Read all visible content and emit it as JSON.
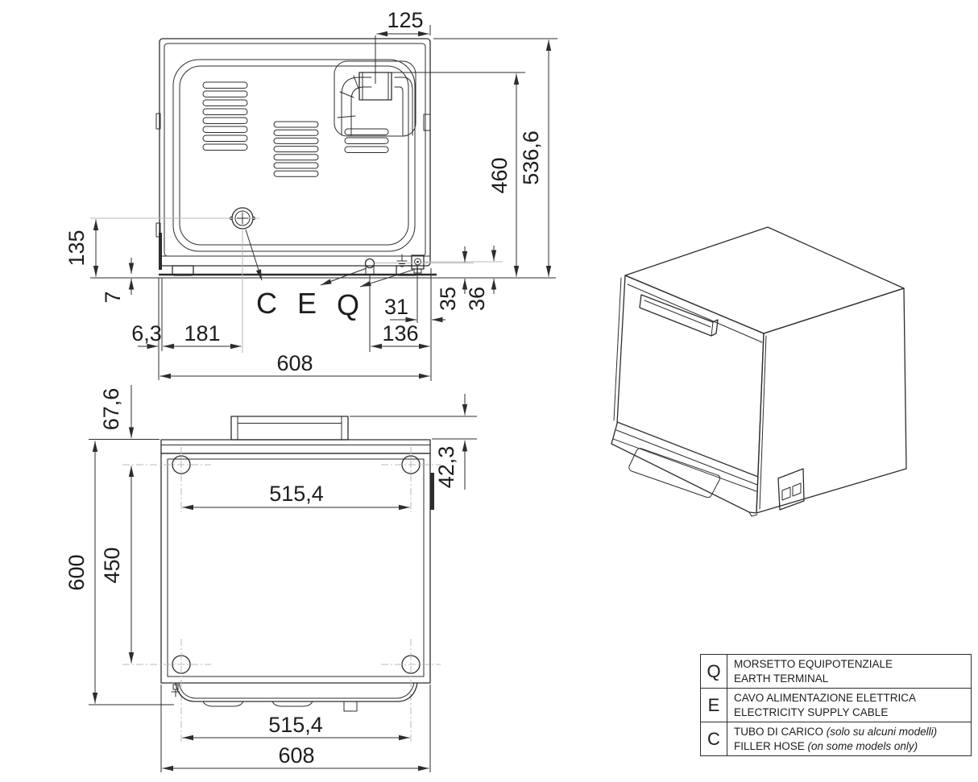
{
  "colors": {
    "line": "#2d2d2d",
    "centerline": "#b8b8b8",
    "text": "#1d1d1d",
    "background": "#ffffff"
  },
  "rear_view": {
    "dim_125": "125",
    "dim_536_6": "536,6",
    "dim_460": "460",
    "dim_135": "135",
    "dim_7": "7",
    "dim_6_3": "6,3",
    "dim_181": "181",
    "dim_608": "608",
    "dim_31": "31",
    "dim_136": "136",
    "dim_35": "35",
    "dim_36": "36",
    "label_c": "C",
    "label_e": "E",
    "label_q": "Q"
  },
  "top_view": {
    "dim_67_6": "67,6",
    "dim_600": "600",
    "dim_450": "450",
    "dim_515_4_top": "515,4",
    "dim_42_3": "42,3",
    "dim_515_4_bottom": "515,4",
    "dim_608": "608"
  },
  "legend": {
    "rows": [
      {
        "key": "Q",
        "it": "MORSETTO EQUIPOTENZIALE",
        "it_note": "",
        "en": "EARTH TERMINAL",
        "en_note": ""
      },
      {
        "key": "E",
        "it": "CAVO ALIMENTAZIONE ELETTRICA",
        "it_note": "",
        "en": "ELECTRICITY SUPPLY CABLE",
        "en_note": ""
      },
      {
        "key": "C",
        "it": "TUBO DI CARICO ",
        "it_note": "(solo su alcuni modelli)",
        "en": "FILLER HOSE ",
        "en_note": "(on some models only)"
      }
    ]
  }
}
